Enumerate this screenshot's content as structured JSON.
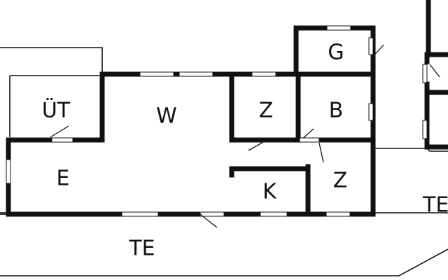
{
  "plan": {
    "colors": {
      "wall": "#111111",
      "background": "#ffffff"
    },
    "rooms": [
      {
        "id": "ut",
        "label": "ÜT"
      },
      {
        "id": "w",
        "label": "W"
      },
      {
        "id": "z1",
        "label": "Z"
      },
      {
        "id": "g",
        "label": "G"
      },
      {
        "id": "b",
        "label": "B"
      },
      {
        "id": "e",
        "label": "E"
      },
      {
        "id": "k",
        "label": "K"
      },
      {
        "id": "z2",
        "label": "Z"
      },
      {
        "id": "te-bottom",
        "label": "TE"
      },
      {
        "id": "te-right",
        "label": "TE"
      }
    ]
  }
}
